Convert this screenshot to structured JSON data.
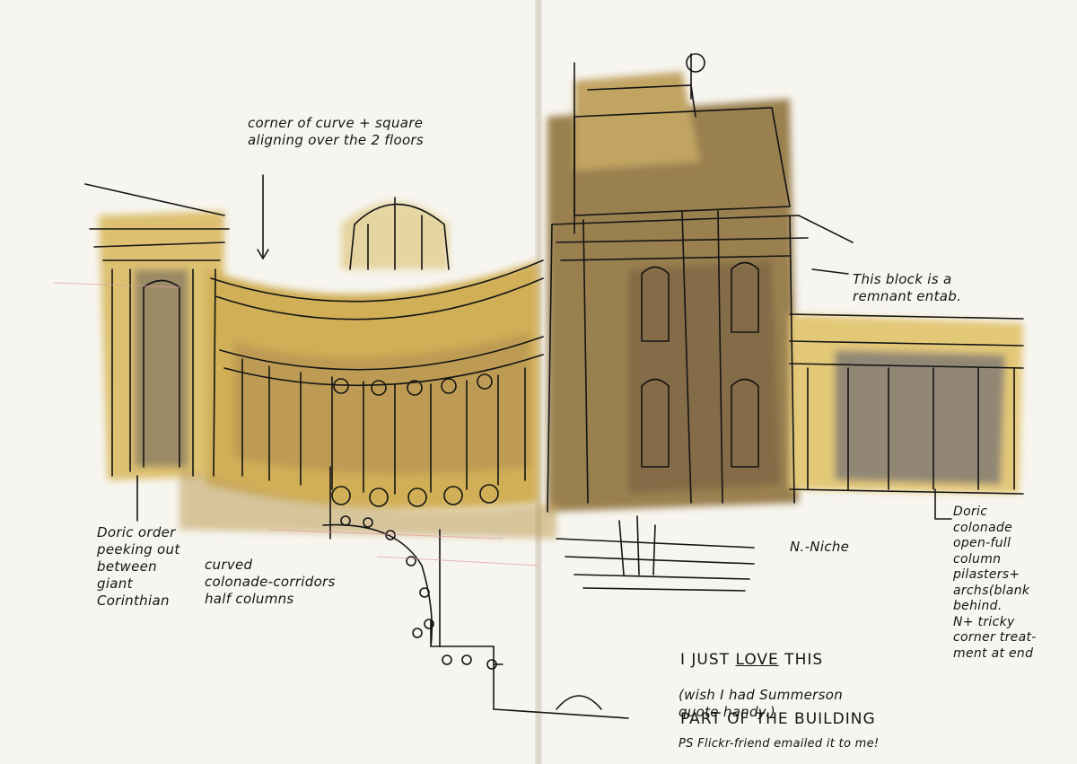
{
  "annotations": {
    "corner_note": "corner of curve + square\naligning over the 2 floors",
    "remnant_note": "This block is a\nremnant entab.",
    "doric_order_note": "Doric order\npeeking out\nbetween\ngiant\nCorinthian",
    "colonnade_note": "curved\ncolonade-corridors\nhalf columns",
    "niche_note": "N.-Niche",
    "doric_colonnade_note": "Doric\ncolonade\nopen-full\ncolumn\npilasters+\narchs(blank\nbehind.\nN+ tricky\ncorner treat-\nment at end",
    "love_note": {
      "line1_before": "I JUST ",
      "line1_emph": "LOVE",
      "line1_after": " THIS",
      "line2": "PART OF THE BUILDING"
    },
    "wish_note": "(wish I had Summerson\nquote handy.)",
    "ps_note": "PS Flickr-friend emailed it to me!"
  },
  "colors": {
    "ochre": "#c9a23a",
    "sepia": "#7a5a2a",
    "indigo": "#4a4a66",
    "ink": "#141414",
    "paper": "#f7f5ef"
  }
}
